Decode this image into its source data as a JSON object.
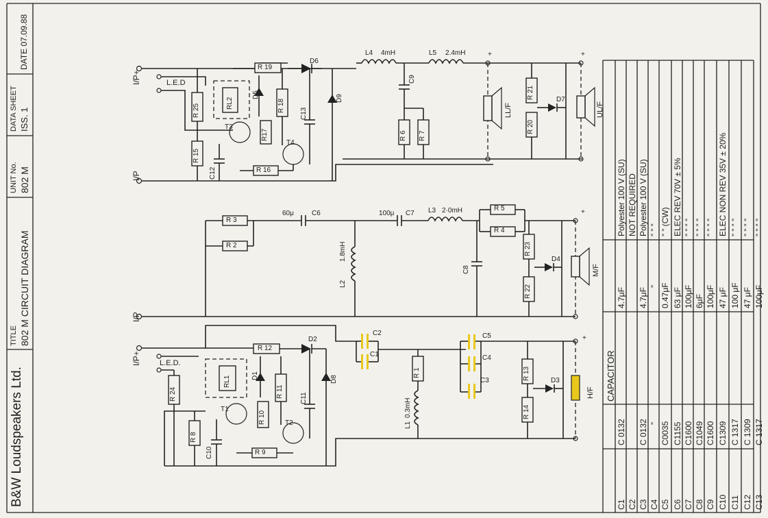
{
  "title_block": {
    "company": "B&W Loudspeakers Ltd.",
    "title_label": "TITLE",
    "title": "802 M  CIRCUIT DIAGRAM",
    "unit_label": "UNIT No.",
    "unit": "802 M",
    "data_sheet_label": "DATA SHEET",
    "issue": "ISS. 1",
    "date": "DATE 07.09.88"
  },
  "colors": {
    "paper": "#f2f1ec",
    "ink": "#1d1d1d",
    "highlight": "#e8c81c"
  },
  "ul_circuit": {
    "input_pos": "I/P+",
    "input_neg": "I/P",
    "led": "L.E.D",
    "labels": [
      "R 19",
      "D6",
      "R 25",
      "RL2",
      "D5",
      "R 18",
      "C13",
      "D9",
      "T3",
      "R17",
      "T4",
      "R 15",
      "C12",
      "R 16"
    ],
    "filter_labels": [
      "L4",
      "4mH",
      "L5",
      "2.4mH",
      "C9",
      "R 6",
      "R 7",
      "R 21",
      "R 20",
      "D7"
    ],
    "speakers": [
      "LL/F",
      "UL/F"
    ],
    "markers": [
      "+",
      "+"
    ]
  },
  "mf_circuit": {
    "input_neg": "I/P",
    "labels": [
      "R 3",
      "R 2",
      "60μ",
      "C6",
      "100μ",
      "C7",
      "L3",
      "2·0mH",
      "R 5",
      "R 4",
      "L2",
      "1.8mH",
      "C8",
      "R 23",
      "R 22",
      "D4"
    ],
    "speaker": "M/F",
    "marker": "+"
  },
  "hf_circuit": {
    "input_pos": "I/P+",
    "led": "L.E.D.",
    "labels": [
      "R 12",
      "D2",
      "R 24",
      "RL1",
      "D1",
      "R 11",
      "C11",
      "D8",
      "T1",
      "R 10",
      "T2",
      "R 8",
      "C10",
      "R 9"
    ],
    "filter_labels": [
      "C2",
      "C1",
      "C5",
      "C4",
      "C3",
      "R 1",
      "L1",
      "0.3mH",
      "R 13",
      "R 14",
      "D3"
    ],
    "speaker": "H/F",
    "marker": "+"
  },
  "capacitor_table": {
    "header": "CAPACITOR",
    "rows": [
      {
        "ref": "C1",
        "part": "C 0132",
        "value": "4.7μF",
        "desc": "Polyester   100 V  (SU)"
      },
      {
        "ref": "C2",
        "part": "",
        "value": "",
        "desc": "NOT  REQUIRED"
      },
      {
        "ref": "C3",
        "part": "C 0132",
        "value": "4.7μF",
        "desc": "Polyester   100 V  (SU)"
      },
      {
        "ref": "C4",
        "part": "”",
        "value": "”",
        "desc": "”           ”       ”"
      },
      {
        "ref": "C5",
        "part": "C0035",
        "value": "0.47μF",
        "desc": "”           ”    (CW)"
      },
      {
        "ref": "C6",
        "part": "C1155",
        "value": "63 μF",
        "desc": "ELEC   REV   70V ± 5%"
      },
      {
        "ref": "C7",
        "part": "C1600",
        "value": "100μF",
        "desc": "”       ”       ”      ”"
      },
      {
        "ref": "C8",
        "part": "C1049",
        "value": "6μF",
        "desc": "”       ”       ”      ”"
      },
      {
        "ref": "C9",
        "part": "C1600",
        "value": "100μF",
        "desc": "”       ”       ”      ”"
      },
      {
        "ref": "C10",
        "part": "C1309",
        "value": "47 μF",
        "desc": "ELEC  NON REV  35V ± 20%"
      },
      {
        "ref": "C11",
        "part": "C 1317",
        "value": "100 μF",
        "desc": "”       ”       ”      ”"
      },
      {
        "ref": "C12",
        "part": "C 1309",
        "value": "47 μF",
        "desc": "”       ”       ”      ”"
      },
      {
        "ref": "C13",
        "part": "C 1317",
        "value": "100μF",
        "desc": "”       ”       ”      ”"
      }
    ]
  }
}
